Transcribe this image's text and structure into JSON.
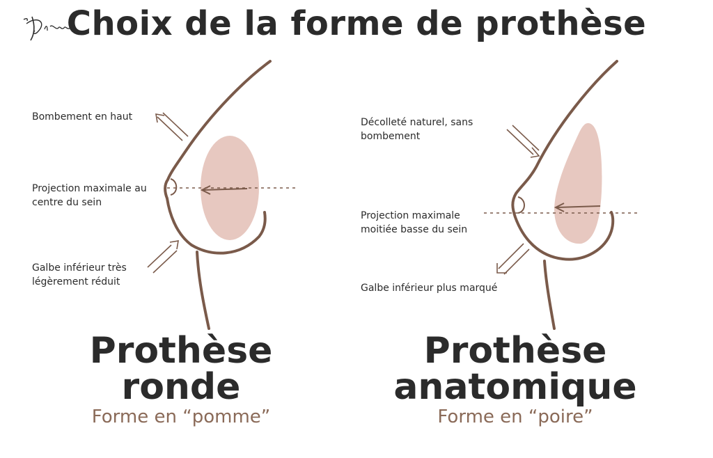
{
  "title": "Choix de la forme de prothèse",
  "signature": "Djian",
  "colors": {
    "outline": "#7a5a4a",
    "implant": "#e7c8c0",
    "text": "#2b2b2b",
    "subtitle": "#8a6a58"
  },
  "left": {
    "labels": {
      "top": "Bombement en haut",
      "middle": "Projection maximale au\ncentre du sein",
      "bottom": "Galbe inférieur très\nlégèrement réduit"
    },
    "name_line1": "Prothèse",
    "name_line2": "ronde",
    "shape": "Forme en “pomme”"
  },
  "right": {
    "labels": {
      "top": "Décolleté naturel, sans\nbombement",
      "middle": "Projection maximale\nmoitiée basse du sein",
      "bottom": "Galbe inférieur plus marqué"
    },
    "name_line1": "Prothèse",
    "name_line2": "anatomique",
    "shape": "Forme en “poire”"
  }
}
